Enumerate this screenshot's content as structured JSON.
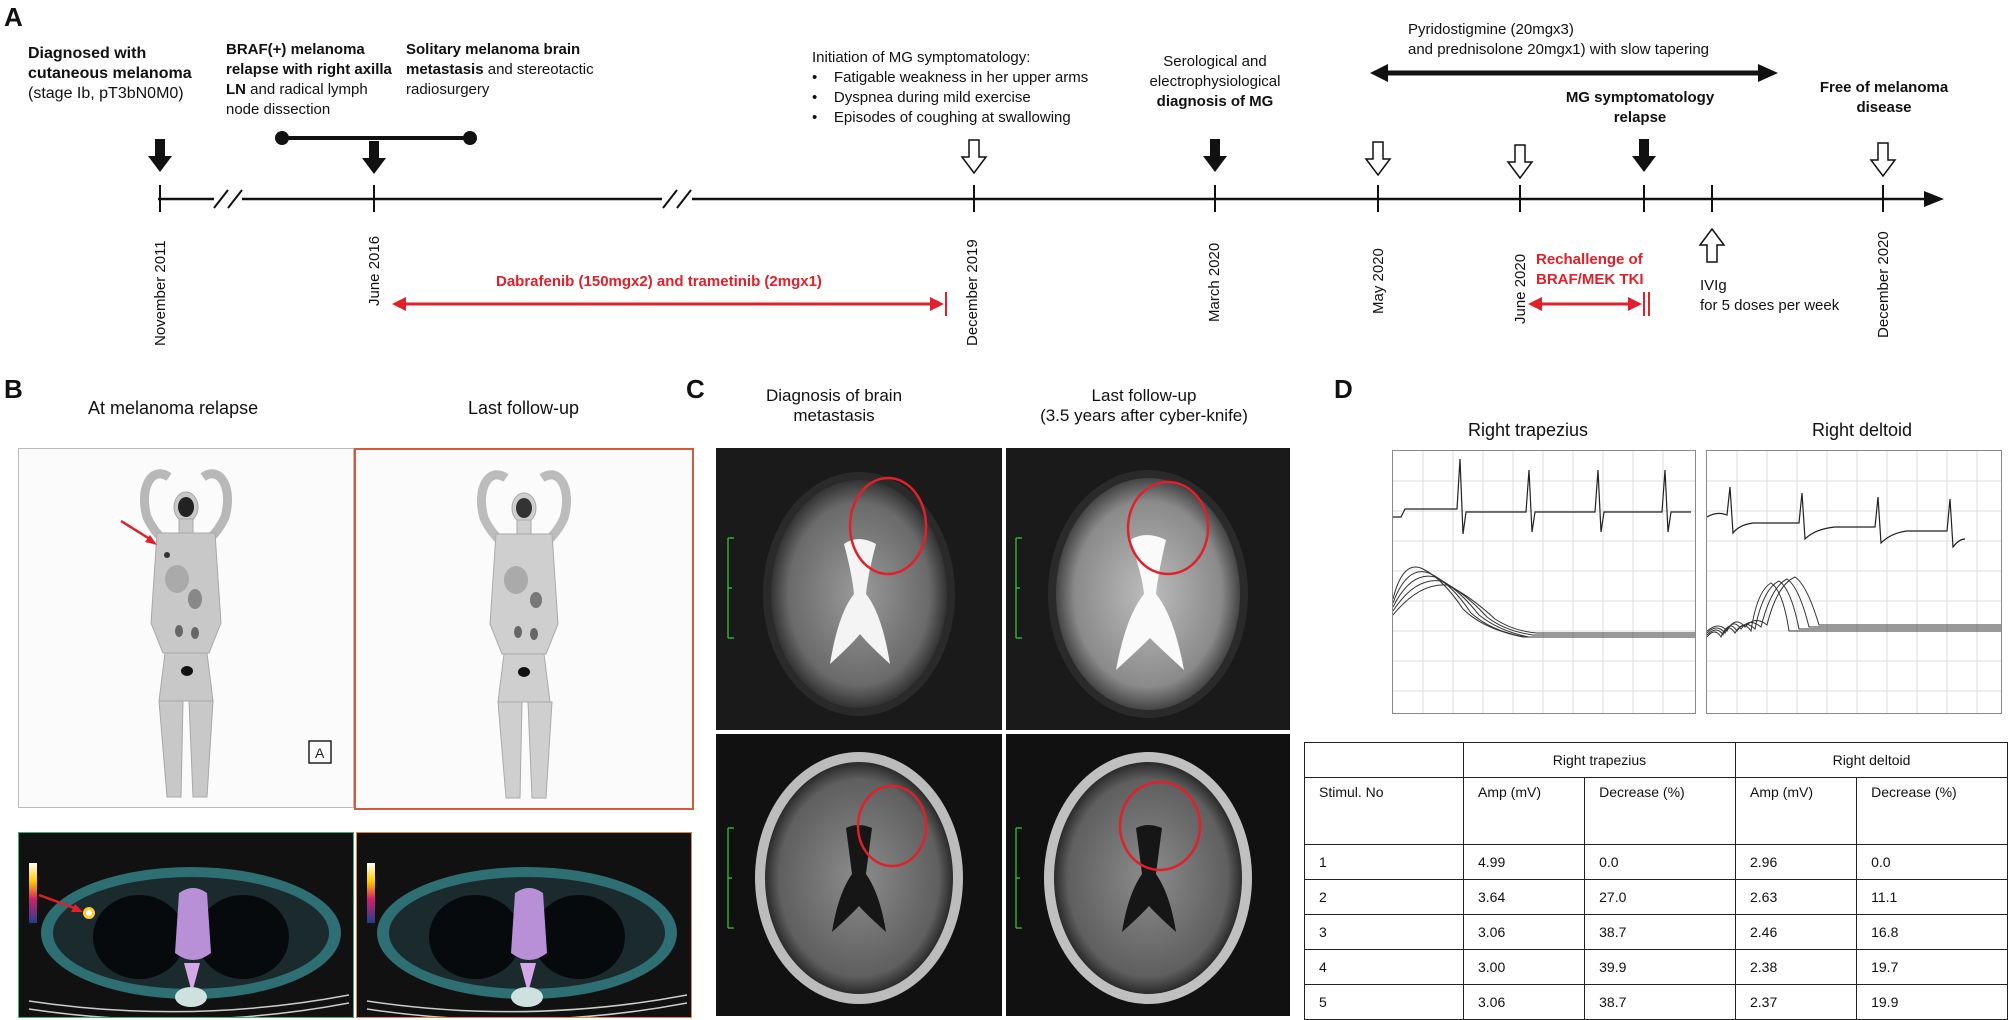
{
  "panels": {
    "a": "A",
    "b": "B",
    "c": "C",
    "d": "D"
  },
  "timeline": {
    "events": {
      "diag_bold": "Diagnosed with cutaneous melanoma",
      "diag_rest": "(stage Ib, pT3bN0M0)",
      "relapse_bold": "BRAF(+) melanoma relapse with right axilla LN",
      "relapse_rest": "and radical lymph node dissection",
      "brain_bold": "Solitary melanoma brain metastasis",
      "brain_rest": "and stereotactic radiosurgery",
      "mg_title": "Initiation of MG symptomatology:",
      "mg_items": [
        "Fatigable weakness in her upper arms",
        "Dyspnea during mild exercise",
        "Episodes of coughing at swallowing"
      ],
      "sero_a": "Serological and",
      "sero_b": "electrophysiological",
      "sero_c": "diagnosis of MG",
      "pyr_a": "Pyridostigmine (20mgx3)",
      "pyr_b": "and prednisolone 20mgx1) with slow tapering",
      "mgrel_a": "MG symptomatology",
      "mgrel_b": "relapse",
      "free_a": "Free of melanoma",
      "free_b": "disease",
      "dabra": "Dabrafenib (150mgx2) and trametinib (2mgx1)",
      "rech_a": "Rechallenge of",
      "rech_b": "BRAF/MEK TKI",
      "ivig_a": "IVIg",
      "ivig_b": "for 5 doses per week"
    },
    "dates": [
      "November 2011",
      "June 2016",
      "December  2019",
      "March 2020",
      "May 2020",
      "June  2020",
      "December 2020"
    ],
    "colors": {
      "red": "#e0202a",
      "black": "#111111"
    }
  },
  "panel_b": {
    "left_title": "At melanoma relapse",
    "right_title": "Last follow-up"
  },
  "panel_c": {
    "left_title_a": "Diagnosis of brain",
    "left_title_b": "metastasis",
    "right_title_a": "Last follow-up",
    "right_title_b": "(3.5 years after cyber-knife)"
  },
  "panel_d": {
    "trap_title": "Right trapezius",
    "delt_title": "Right deltoid",
    "table": {
      "group_headers": [
        "Right trapezius",
        "Right deltoid"
      ],
      "col_stim": "Stimul. No",
      "col_amp": "Amp  (mV)",
      "col_dec": "Decrease (%)",
      "col_amp2": "Amp (mV)",
      "col_dec2": "Decrease (%)",
      "rows": [
        [
          "1",
          "4.99",
          "0.0",
          "2.96",
          "0.0"
        ],
        [
          "2",
          "3.64",
          "27.0",
          "2.63",
          "11.1"
        ],
        [
          "3",
          "3.06",
          "38.7",
          "2.46",
          "16.8"
        ],
        [
          "4",
          "3.00",
          "39.9",
          "2.38",
          "19.7"
        ],
        [
          "5",
          "3.06",
          "38.7",
          "2.37",
          "19.9"
        ]
      ]
    }
  }
}
